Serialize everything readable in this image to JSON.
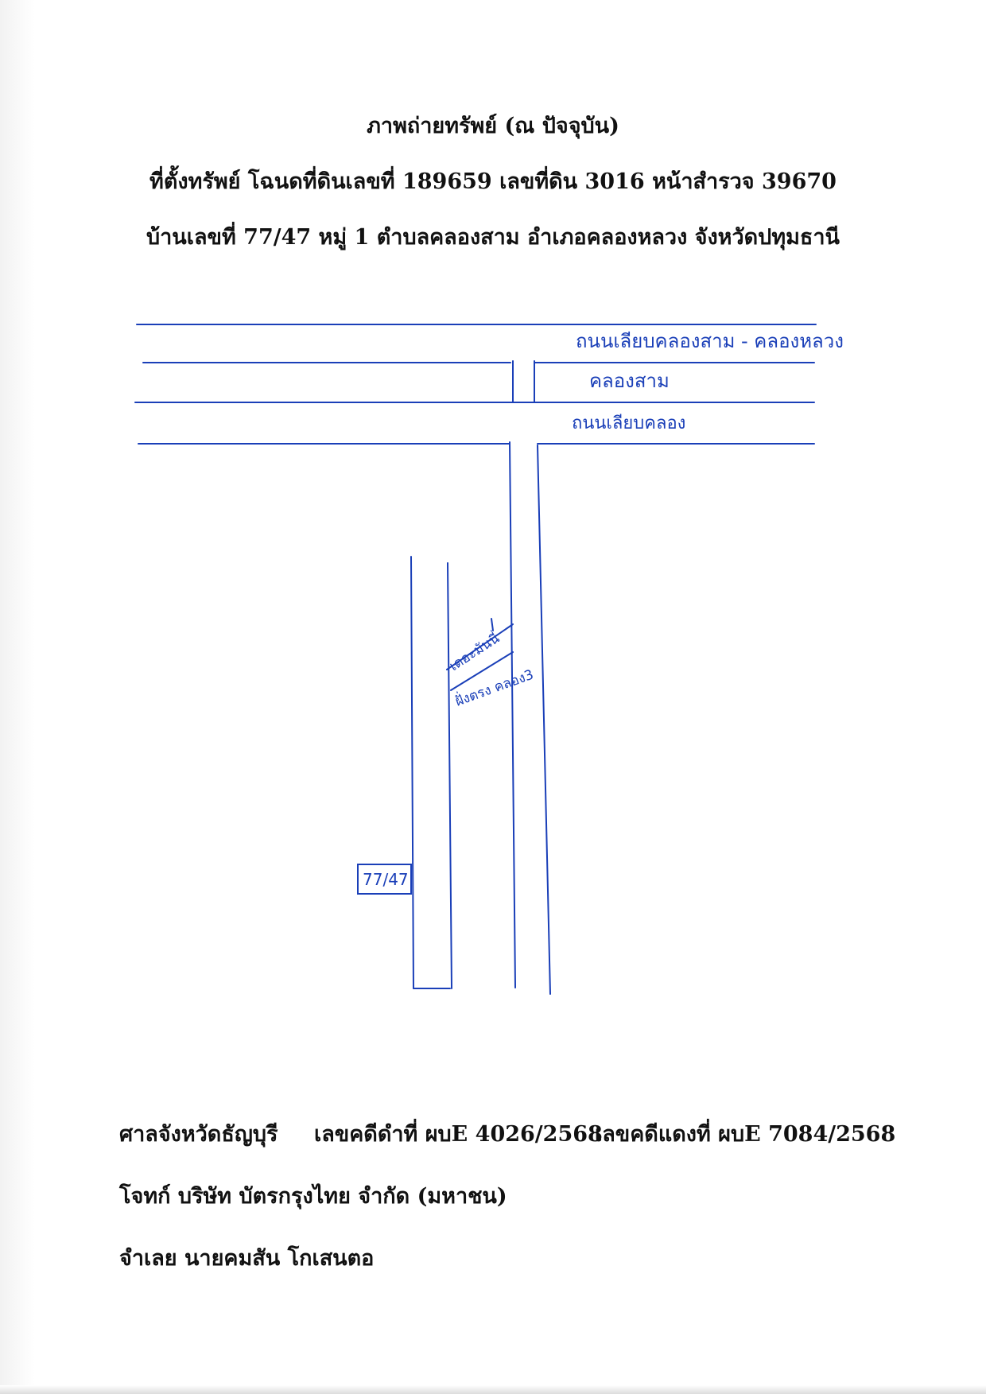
{
  "header": {
    "title": "ภาพถ่ายทรัพย์ (ณ ปัจจุบัน)",
    "location_line": "ที่ตั้งทรัพย์ โฉนดที่ดินเลขที่ 189659 เลขที่ดิน 3016 หน้าสำรวจ 39670",
    "address_line": "บ้านเลขที่ 77/47 หมู่ 1 ตำบลคลองสาม อำเภอคลองหลวง จังหวัดปทุมธานี"
  },
  "map": {
    "road_main_label": "ถนนเลียบคลองสาม - คลองหลวง",
    "canal_label": "คลองสาม",
    "road_side_label": "ถนนเลียบคลอง",
    "soi_label": "เดอะมันนี่",
    "side_road_label": "ฝั่งตรง คลอง3",
    "house_label": "77/47",
    "ink_color": "#1a3fb8"
  },
  "footer": {
    "court_name": "ศาลจังหวัดธัญบุรี",
    "black_case": "เลขคดีดำที่ ผบE 4026/2568",
    "red_case": "เลขคดีแดงที่ ผบE 7084/2568",
    "plaintiff": "โจทก์ บริษัท บัตรกรุงไทย จำกัด (มหาชน)",
    "defendant": "จำเลย นายคมสัน โกเสนตอ"
  }
}
